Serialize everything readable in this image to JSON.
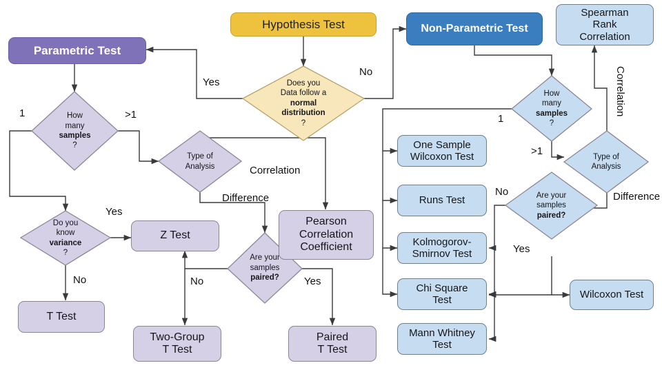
{
  "title": "Statistical Hypothesis Test Selection Flowchart",
  "palette": {
    "header_purple": "#7f72b8",
    "header_yellow": "#eec23c",
    "header_blue": "#3b7ec0",
    "node_purple": "#d6d0e6",
    "node_blue": "#c6dcf0",
    "diamond_yellow": "#f7e7bb",
    "edge": "#3a3a3a",
    "text_dark": "#16161a",
    "text_light": "#ffffff"
  },
  "nodes": {
    "hypothesis_test": "Hypothesis Test",
    "parametric_test": "Non-Parametric Test",
    "parametric_test_left": "Parametric Test",
    "non_parametric_test": "Non-Parametric Test",
    "spearman": "Spearman\nRank\nCorrelation",
    "spearman_l1": "Spearman",
    "spearman_l2": "Rank",
    "spearman_l3": "Correlation",
    "z_test": "Z Test",
    "t_test": "T Test",
    "two_group_t_test_l1": "Two-Group",
    "two_group_t_test_l2": "T Test",
    "paired_t_test_l1": "Paired",
    "paired_t_test_l2": "T Test",
    "pearson_l1": "Pearson",
    "pearson_l2": "Correlation",
    "pearson_l3": "Coefficient",
    "one_sample_wilcoxon_l1": "One Sample",
    "one_sample_wilcoxon_l2": "Wilcoxon Test",
    "runs_test": "Runs Test",
    "ks_test_l1": "Kolmogorov-",
    "ks_test_l2": "Smirnov Test",
    "chi_square_l1": "Chi Square",
    "chi_square_l2": "Test",
    "mann_whitney_l1": "Mann Whitney",
    "mann_whitney_l2": "Test",
    "wilcoxon_test": "Wilcoxon Test"
  },
  "decisions": {
    "normal_dist": {
      "l1": "Does you",
      "l2": "Data follow a",
      "l3": "normal",
      "l4": "distribution",
      "l5": "?"
    },
    "how_many_samples_p": {
      "l1": "How",
      "l2": "many",
      "l3": "samples",
      "l4": "?"
    },
    "know_variance": {
      "l1": "Do you",
      "l2": "know",
      "l3": "variance",
      "l4": "?"
    },
    "type_of_analysis_p": {
      "l1": "Type of",
      "l2": "Analysis"
    },
    "samples_paired_p": {
      "l1": "Are your",
      "l2": "samples",
      "l3": "paired?"
    },
    "how_many_samples_np": {
      "l1": "How",
      "l2": "many",
      "l3": "samples",
      "l4": "?"
    },
    "type_of_analysis_np": {
      "l1": "Type of",
      "l2": "Analysis"
    },
    "samples_paired_np": {
      "l1": "Are your",
      "l2": "samples",
      "l3": "paired?"
    }
  },
  "edge_labels": {
    "yes_normal": "Yes",
    "no_normal": "No",
    "one_p": "1",
    "gt1_p": ">1",
    "yes_variance": "Yes",
    "no_variance": "No",
    "correlation_p": "Correlation",
    "difference_p": "Difference",
    "no_paired_p": "No",
    "yes_paired_p": "Yes",
    "one_np": "1",
    "gt1_np": ">1",
    "correlation_np": "Correlation",
    "difference_np": "Difference",
    "no_paired_np": "No",
    "yes_paired_np": "Yes"
  },
  "chart_data": {
    "type": "table",
    "title": "Hypothesis Test Selection Flowchart",
    "flow": [
      {
        "from": "Hypothesis Test",
        "to": "Does you Data follow a normal distribution ?",
        "label": ""
      },
      {
        "from": "Does you Data follow a normal distribution ?",
        "to": "Parametric Test",
        "label": "Yes"
      },
      {
        "from": "Does you Data follow a normal distribution ?",
        "to": "Non-Parametric Test",
        "label": "No"
      },
      {
        "from": "Parametric Test",
        "to": "How many samples ?",
        "label": ""
      },
      {
        "from": "How many samples ?",
        "to": "Do you know variance ?",
        "label": "1"
      },
      {
        "from": "How many samples ?",
        "to": "Type of Analysis",
        "label": ">1"
      },
      {
        "from": "Do you know variance ?",
        "to": "Z Test",
        "label": "Yes"
      },
      {
        "from": "Do you know variance ?",
        "to": "T Test",
        "label": "No"
      },
      {
        "from": "Type of Analysis",
        "to": "Pearson Correlation Coefficient",
        "label": "Correlation"
      },
      {
        "from": "Type of Analysis",
        "to": "Are your samples paired?",
        "label": "Difference"
      },
      {
        "from": "Are your samples paired?",
        "to": "Z Test",
        "label": "No"
      },
      {
        "from": "Are your samples paired?",
        "to": "Two-Group T Test",
        "label": "No"
      },
      {
        "from": "Are your samples paired?",
        "to": "Paired T Test",
        "label": "Yes"
      },
      {
        "from": "Non-Parametric Test",
        "to": "How many samples ?",
        "label": ""
      },
      {
        "from": "How many samples ?",
        "to": "One Sample Wilcoxon Test",
        "label": "1"
      },
      {
        "from": "How many samples ?",
        "to": "Runs Test",
        "label": "1"
      },
      {
        "from": "How many samples ?",
        "to": "Kolmogorov-Smirnov Test",
        "label": "1"
      },
      {
        "from": "How many samples ?",
        "to": "Chi Square Test",
        "label": "1"
      },
      {
        "from": "How many samples ?",
        "to": "Type of Analysis",
        "label": ">1"
      },
      {
        "from": "Type of Analysis",
        "to": "Spearman Rank Correlation",
        "label": "Correlation"
      },
      {
        "from": "Type of Analysis",
        "to": "Are your samples paired?",
        "label": "Difference"
      },
      {
        "from": "Are your samples paired?",
        "to": "Kolmogorov-Smirnov Test",
        "label": "No"
      },
      {
        "from": "Are your samples paired?",
        "to": "Chi Square Test",
        "label": "No"
      },
      {
        "from": "Are your samples paired?",
        "to": "Mann Whitney Test",
        "label": "No"
      },
      {
        "from": "Are your samples paired?",
        "to": "Wilcoxon Test",
        "label": "Yes"
      }
    ]
  }
}
